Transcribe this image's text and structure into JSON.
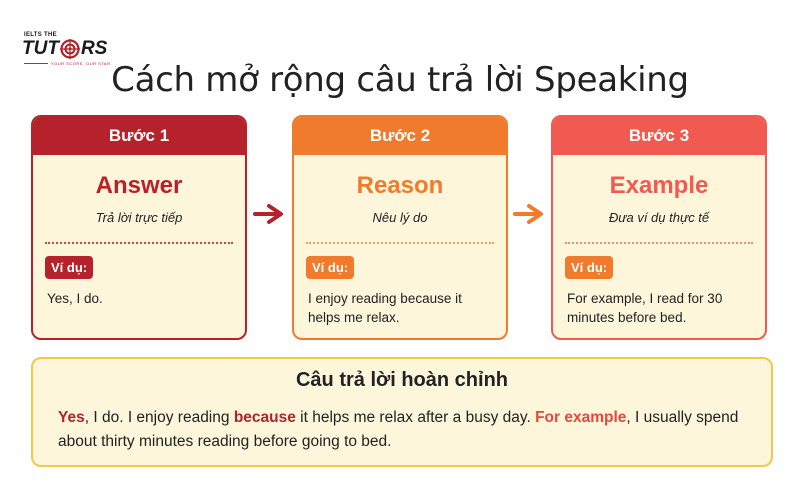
{
  "logo": {
    "top_text": "IELTS THE",
    "main_left": "TUT",
    "main_right": "RS",
    "tagline": "YOUR SCORE, OUR STAR"
  },
  "title": "Cách mở rộng câu trả lời Speaking",
  "steps": [
    {
      "header": "Bước 1",
      "name": "Answer",
      "description": "Trả lời trực tiếp",
      "badge": "Ví dụ:",
      "example": "Yes, I do.",
      "color": "#b5222c"
    },
    {
      "header": "Bước 2",
      "name": "Reason",
      "description": "Nêu lý do",
      "badge": "Ví dụ:",
      "example": "I enjoy reading because it helps me relax.",
      "color": "#f07b2c"
    },
    {
      "header": "Bước 3",
      "name": "Example",
      "description": "Đưa ví dụ thực tế",
      "badge": "Ví dụ:",
      "example": "For example, I read for 30 minutes before bed.",
      "color": "#f15a50"
    }
  ],
  "arrows": [
    "arrow-right-icon",
    "arrow-right-icon"
  ],
  "summary": {
    "title": "Câu trả lời hoàn chỉnh",
    "parts": [
      {
        "text": "Yes",
        "style": "red"
      },
      {
        "text": ", I do. I enjoy reading ",
        "style": "plain"
      },
      {
        "text": "because",
        "style": "red"
      },
      {
        "text": " it helps me relax after a busy day. ",
        "style": "plain"
      },
      {
        "text": "For example",
        "style": "coral"
      },
      {
        "text": ", I usually spend about thirty minutes reading before going to bed.",
        "style": "plain"
      }
    ]
  },
  "colors": {
    "red": "#b5222c",
    "orange": "#f07b2c",
    "coral": "#f15a50",
    "card_bg": "#fdf6db",
    "summary_border": "#f2c84b"
  }
}
